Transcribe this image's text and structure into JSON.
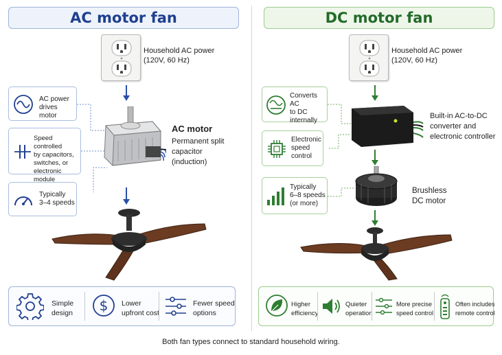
{
  "ac": {
    "title": "AC motor fan",
    "power_label": "Household AC power\n(120V, 60 Hz)",
    "motor_title": "AC motor",
    "motor_desc": "Permanent split\ncapacitor\n(induction)",
    "callouts": [
      {
        "text": "AC power\ndrives motor",
        "icon": "sine-wave-icon"
      },
      {
        "text": "Speed controlled\nby capacitors,\nswitches, or\nelectronic module",
        "icon": "capacitor-icon"
      },
      {
        "text": "Typically\n3–4 speeds",
        "icon": "speedometer-icon"
      }
    ],
    "features": [
      {
        "text": "Simple\ndesign",
        "icon": "gear-icon"
      },
      {
        "text": "Lower\nupfront cost",
        "icon": "dollar-icon"
      },
      {
        "text": "Fewer speed\noptions",
        "icon": "sliders-icon"
      }
    ],
    "colors": {
      "accent": "#1f3f8f",
      "border": "#9eb3d9"
    }
  },
  "dc": {
    "title": "DC motor fan",
    "power_label": "Household AC power\n(120V, 60 Hz)",
    "converter_label": "Built-in AC-to-DC\nconverter and\nelectronic controller",
    "motor_title": "Brushless\nDC motor",
    "callouts": [
      {
        "text": "Converts AC\nto DC\ninternally",
        "icon": "ac-dc-icon"
      },
      {
        "text": "Electronic\nspeed\ncontrol",
        "icon": "chip-icon"
      },
      {
        "text": "Typically\n6–8 speeds\n(or more)",
        "icon": "signal-bars-icon"
      }
    ],
    "features": [
      {
        "text": "Higher\nefficiency",
        "icon": "leaf-icon"
      },
      {
        "text": "Quieter\noperation",
        "icon": "speaker-icon"
      },
      {
        "text": "More precise\nspeed control",
        "icon": "sliders-icon"
      },
      {
        "text": "Often includes\nremote control",
        "icon": "remote-icon"
      }
    ],
    "colors": {
      "accent": "#236b2a",
      "border": "#9ccb8d"
    }
  },
  "footer": "Both fan types connect to standard household wiring."
}
